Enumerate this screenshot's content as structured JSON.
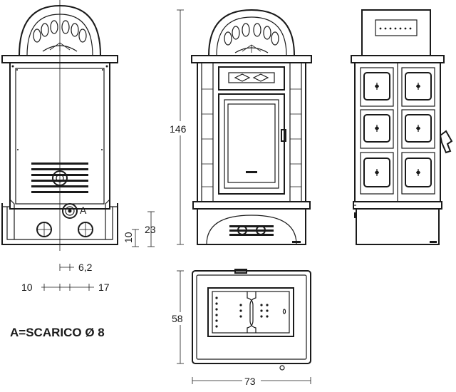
{
  "dimensions": {
    "height": "146",
    "width": "73",
    "depth": "58",
    "outlet_height": "23",
    "outlet_offset": "10",
    "center_offset": "6,2",
    "left_offset": "10",
    "right_offset": "17"
  },
  "labels": {
    "outlet_marker": "A",
    "legend": "A=SCARICO Ø 8"
  }
}
